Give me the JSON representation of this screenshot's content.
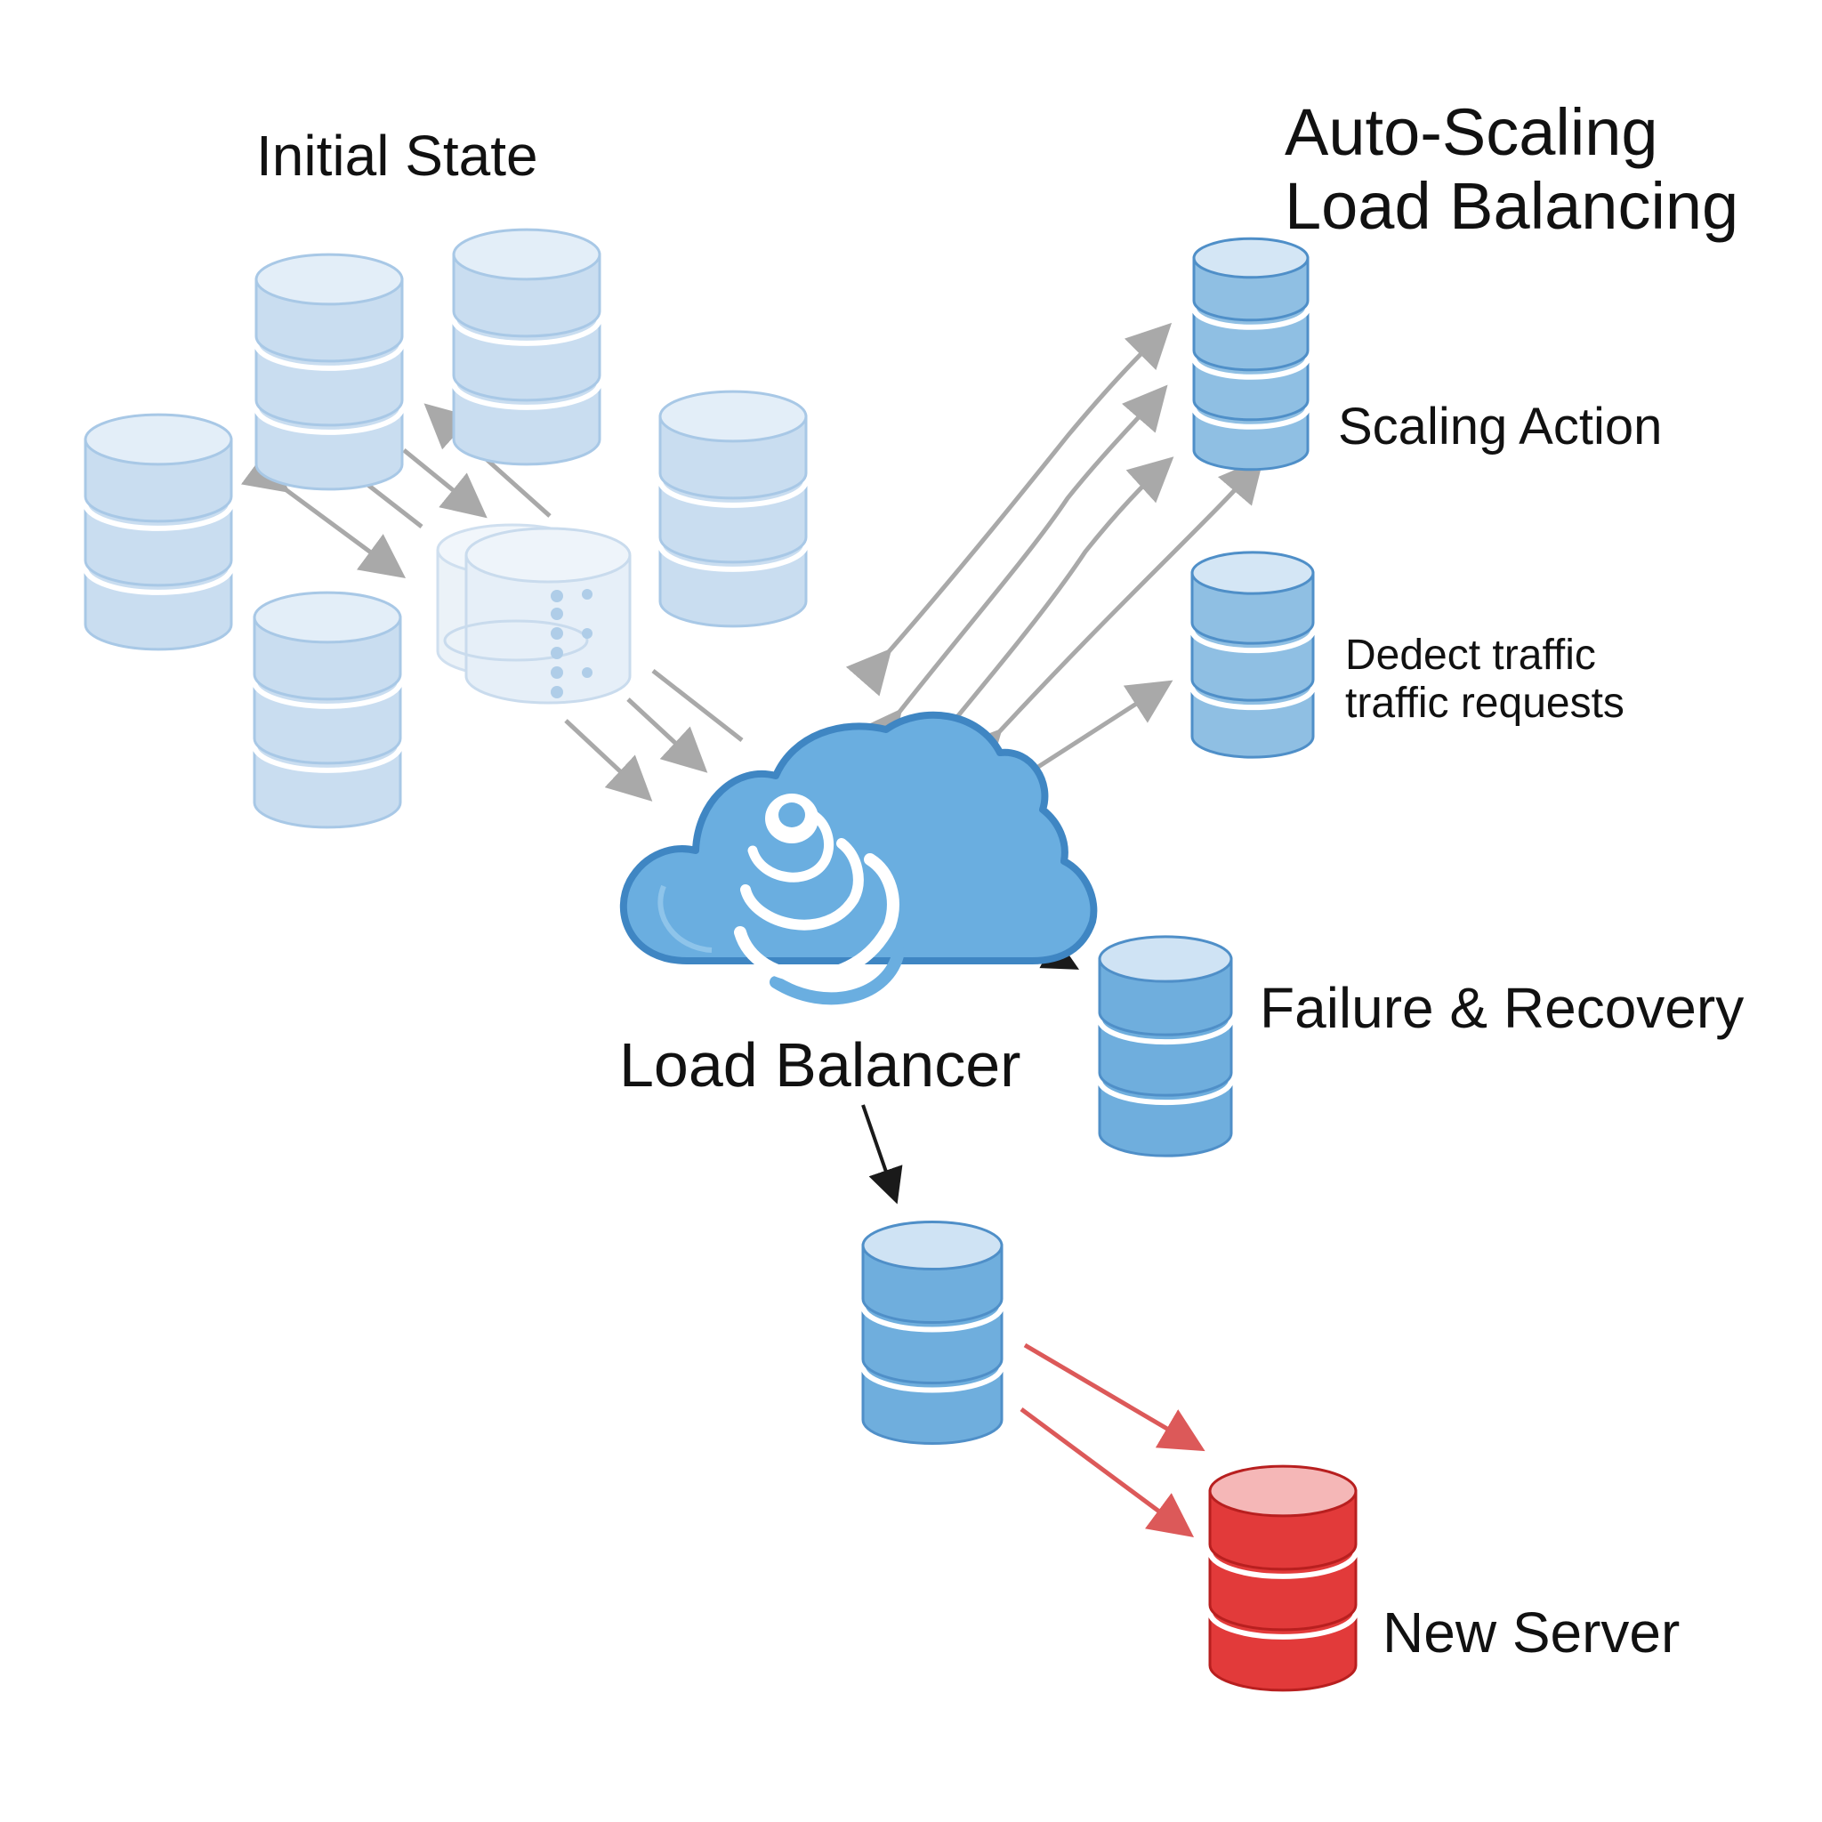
{
  "title": {
    "line1": "Auto-Scaling",
    "line2": "Load Balancing"
  },
  "labels": {
    "initial_state": "Initial State",
    "scaling_action": "Scaling Action",
    "detect_line1": "Dedect traffic",
    "detect_line2": "traffic requests",
    "failure_recovery": "Failure & Recovery",
    "load_balancer": "Load Balancer",
    "new_server": "New Server"
  },
  "colors": {
    "server_light": "#c9ddf0",
    "server_medium": "#8fbfe3",
    "server_strong": "#6faedd",
    "server_outline": "#4f8fc8",
    "cloud_fill": "#6aaee0",
    "cloud_outline": "#3f86c3",
    "new_server_fill": "#e23a3a",
    "new_server_outline": "#b81f1f",
    "arrow_gray": "#a9a9a9",
    "arrow_black": "#1a1a1a",
    "arrow_red": "#d94848"
  },
  "icons": {
    "server": "database-icon",
    "load_balancer": "cloud-icon"
  }
}
